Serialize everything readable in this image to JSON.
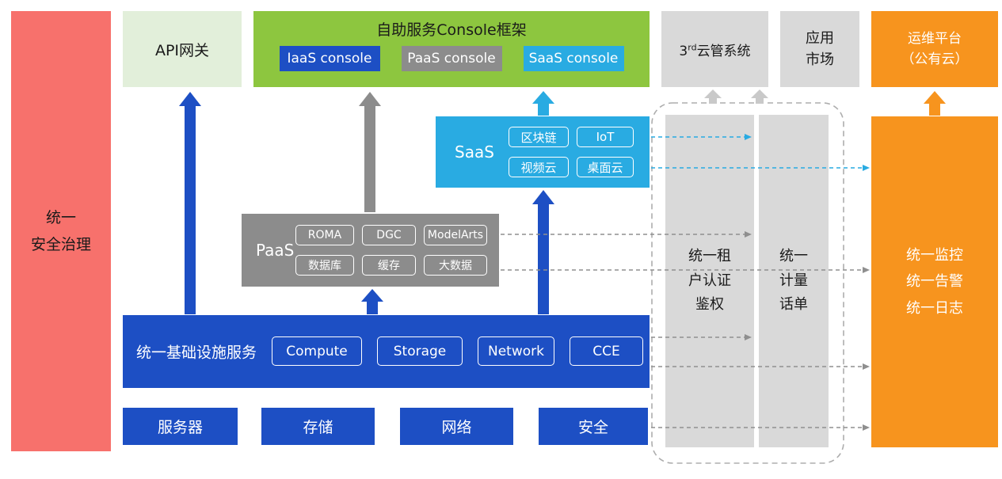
{
  "colors": {
    "red": "#F7716C",
    "light_green": "#E2EFDA",
    "green": "#8DC63F",
    "blue": "#1D4FC4",
    "gray": "#8C8C8C",
    "light_gray": "#D9D9D9",
    "cyan": "#29ABE2",
    "orange": "#F7941E"
  },
  "security_bar": {
    "label": "统一\n安全治理"
  },
  "api_gateway": {
    "label": "API网关"
  },
  "console": {
    "title": "自助服务Console框架",
    "items": [
      "IaaS console",
      "PaaS console",
      "SaaS console"
    ]
  },
  "third_party": {
    "prefix": "3",
    "sup": "rd",
    "suffix": "云管系统"
  },
  "app_market": {
    "label": "应用\n市场"
  },
  "om_platform": {
    "label": "运维平台\n（公有云）"
  },
  "saas": {
    "label": "SaaS",
    "items": [
      "区块链",
      "IoT",
      "视频云",
      "桌面云"
    ]
  },
  "paas": {
    "label": "PaaS",
    "items": [
      "ROMA",
      "DGC",
      "ModelArts",
      "数据库",
      "缓存",
      "大数据"
    ]
  },
  "infra": {
    "label": "统一基础设施服务",
    "items": [
      "Compute",
      "Storage",
      "Network",
      "CCE"
    ]
  },
  "hardware": {
    "items": [
      "服务器",
      "存储",
      "网络",
      "安全"
    ]
  },
  "auth_bar": {
    "label": "统一租\n户认证\n鉴权"
  },
  "metering_bar": {
    "label": "统一\n计量\n话单"
  },
  "monitor_bar": {
    "label": "统一监控\n统一告警\n统一日志"
  }
}
